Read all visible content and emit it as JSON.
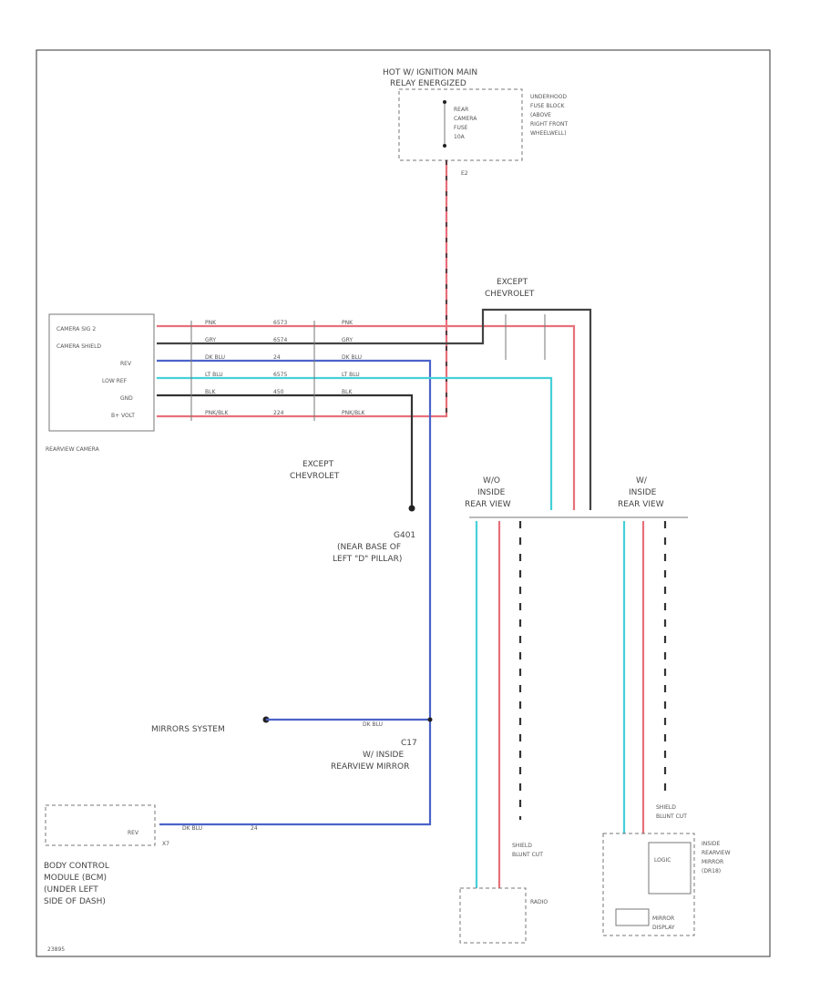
{
  "fuse_block": {
    "top_label_1": "HOT W/ IGNITION MAIN",
    "top_label_2": "RELAY ENERGIZED",
    "fuse_label_1": "REAR",
    "fuse_label_2": "CAMERA",
    "fuse_label_3": "FUSE",
    "fuse_label_4": "10A",
    "location_1": "UNDERHOOD",
    "location_2": "FUSE BLOCK",
    "location_3": "(ABOVE",
    "location_4": "RIGHT FRONT",
    "location_5": "WHEELWELL)",
    "pin": "E2"
  },
  "camera": {
    "pins": [
      "CAMERA SIG 2",
      "CAMERA SHIELD",
      "REV",
      "LOW REF",
      "GND",
      "B+ VOLT"
    ],
    "name": "REARVIEW CAMERA",
    "wire_colors": [
      "PNK",
      "GRY",
      "DK BLU",
      "LT BLU",
      "BLK",
      "PNK/BLK"
    ],
    "circuits": [
      "6573",
      "6574",
      "24",
      "6575",
      "450",
      "224"
    ]
  },
  "except_top": {
    "line1": "EXCEPT",
    "line2": "CHEVROLET"
  },
  "except_mid": {
    "line1": "EXCEPT",
    "line2": "CHEVROLET"
  },
  "ground": {
    "line1": "G401",
    "line2": "(NEAR BASE OF",
    "line3": "LEFT \"D\" PILLAR)"
  },
  "mirrors": {
    "label": "MIRRORS SYSTEM",
    "wire": "DK BLU",
    "conn1": "C17",
    "conn2": "W/ INSIDE",
    "conn3": "REARVIEW MIRROR"
  },
  "bcm": {
    "pin": "REV",
    "pin_no": "X7",
    "wire": "DK BLU",
    "circuit": "24",
    "name1": "BODY CONTROL",
    "name2": "MODULE (BCM)",
    "name3": "(UNDER LEFT",
    "name4": "SIDE OF DASH)"
  },
  "wo_mirror": {
    "line1": "W/O",
    "line2": "INSIDE",
    "line3": "REAR VIEW"
  },
  "w_mirror": {
    "line1": "W/",
    "line2": "INSIDE",
    "line3": "REAR VIEW"
  },
  "radio": {
    "shield1": "SHIELD",
    "shield2": "BLUNT CUT",
    "name": "RADIO"
  },
  "inside_mirror": {
    "shield1": "SHIELD",
    "shield2": "BLUNT CUT",
    "logic": "LOGIC",
    "display1": "MIRROR",
    "display2": "DISPLAY",
    "name1": "INSIDE",
    "name2": "REARVIEW",
    "name3": "MIRROR",
    "name4": "(DR18)"
  },
  "footer": "23895",
  "colors": {
    "pink": "#e8707a",
    "gray": "#444444",
    "blue": "#4b63c9",
    "cyan": "#45d0d8",
    "black": "#333333"
  }
}
